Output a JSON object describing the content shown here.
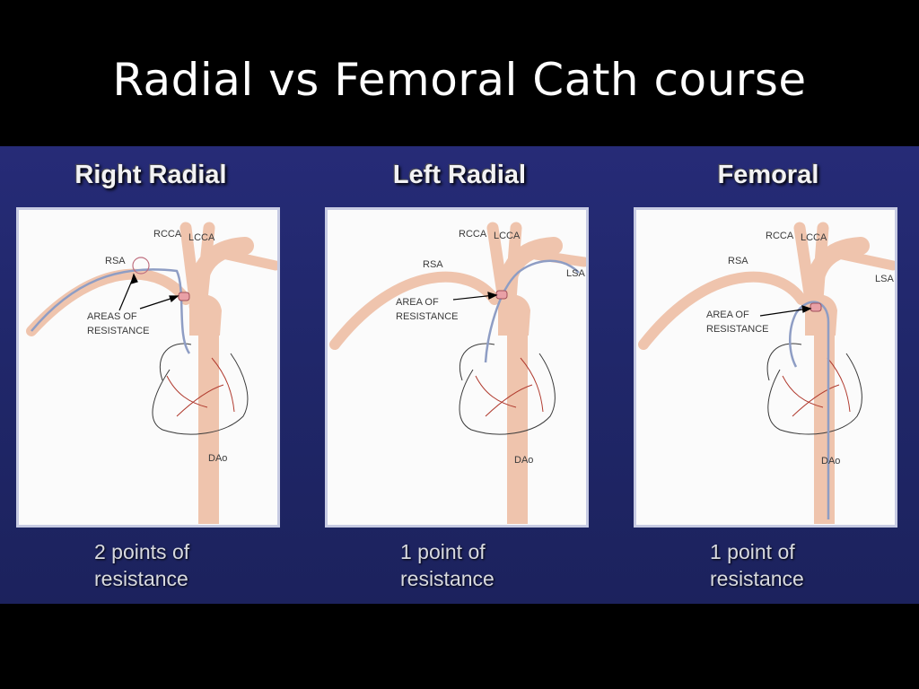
{
  "slide": {
    "title": "Radial vs Femoral Cath course"
  },
  "panels": [
    {
      "heading": "Right Radial",
      "labels": {
        "rcca": "RCCA",
        "lcca": "LCCA",
        "rsa": "RSA",
        "lsa": "",
        "dao": "DAo",
        "resistance_line1": "AREAS OF",
        "resistance_line2": "RESISTANCE"
      },
      "caption_line1": "2 points of",
      "caption_line2": "resistance"
    },
    {
      "heading": "Left Radial",
      "labels": {
        "rcca": "RCCA",
        "lcca": "LCCA",
        "rsa": "RSA",
        "lsa": "LSA",
        "dao": "DAo",
        "resistance_line1": "AREA OF",
        "resistance_line2": "RESISTANCE"
      },
      "caption_line1": "1 point of",
      "caption_line2": "resistance"
    },
    {
      "heading": "Femoral",
      "labels": {
        "rcca": "RCCA",
        "lcca": "LCCA",
        "rsa": "RSA",
        "lsa": "LSA",
        "dao": "DAo",
        "resistance_line1": "AREA OF",
        "resistance_line2": "RESISTANCE"
      },
      "caption_line1": "1 point of",
      "caption_line2": "resistance"
    }
  ],
  "colors": {
    "background": "#000000",
    "band": "#232a6f",
    "vessel": "#efc4ad",
    "catheter": "#8e9dc4",
    "coronary": "#b03a2e",
    "resistance_marker": "#e9a0a6"
  }
}
